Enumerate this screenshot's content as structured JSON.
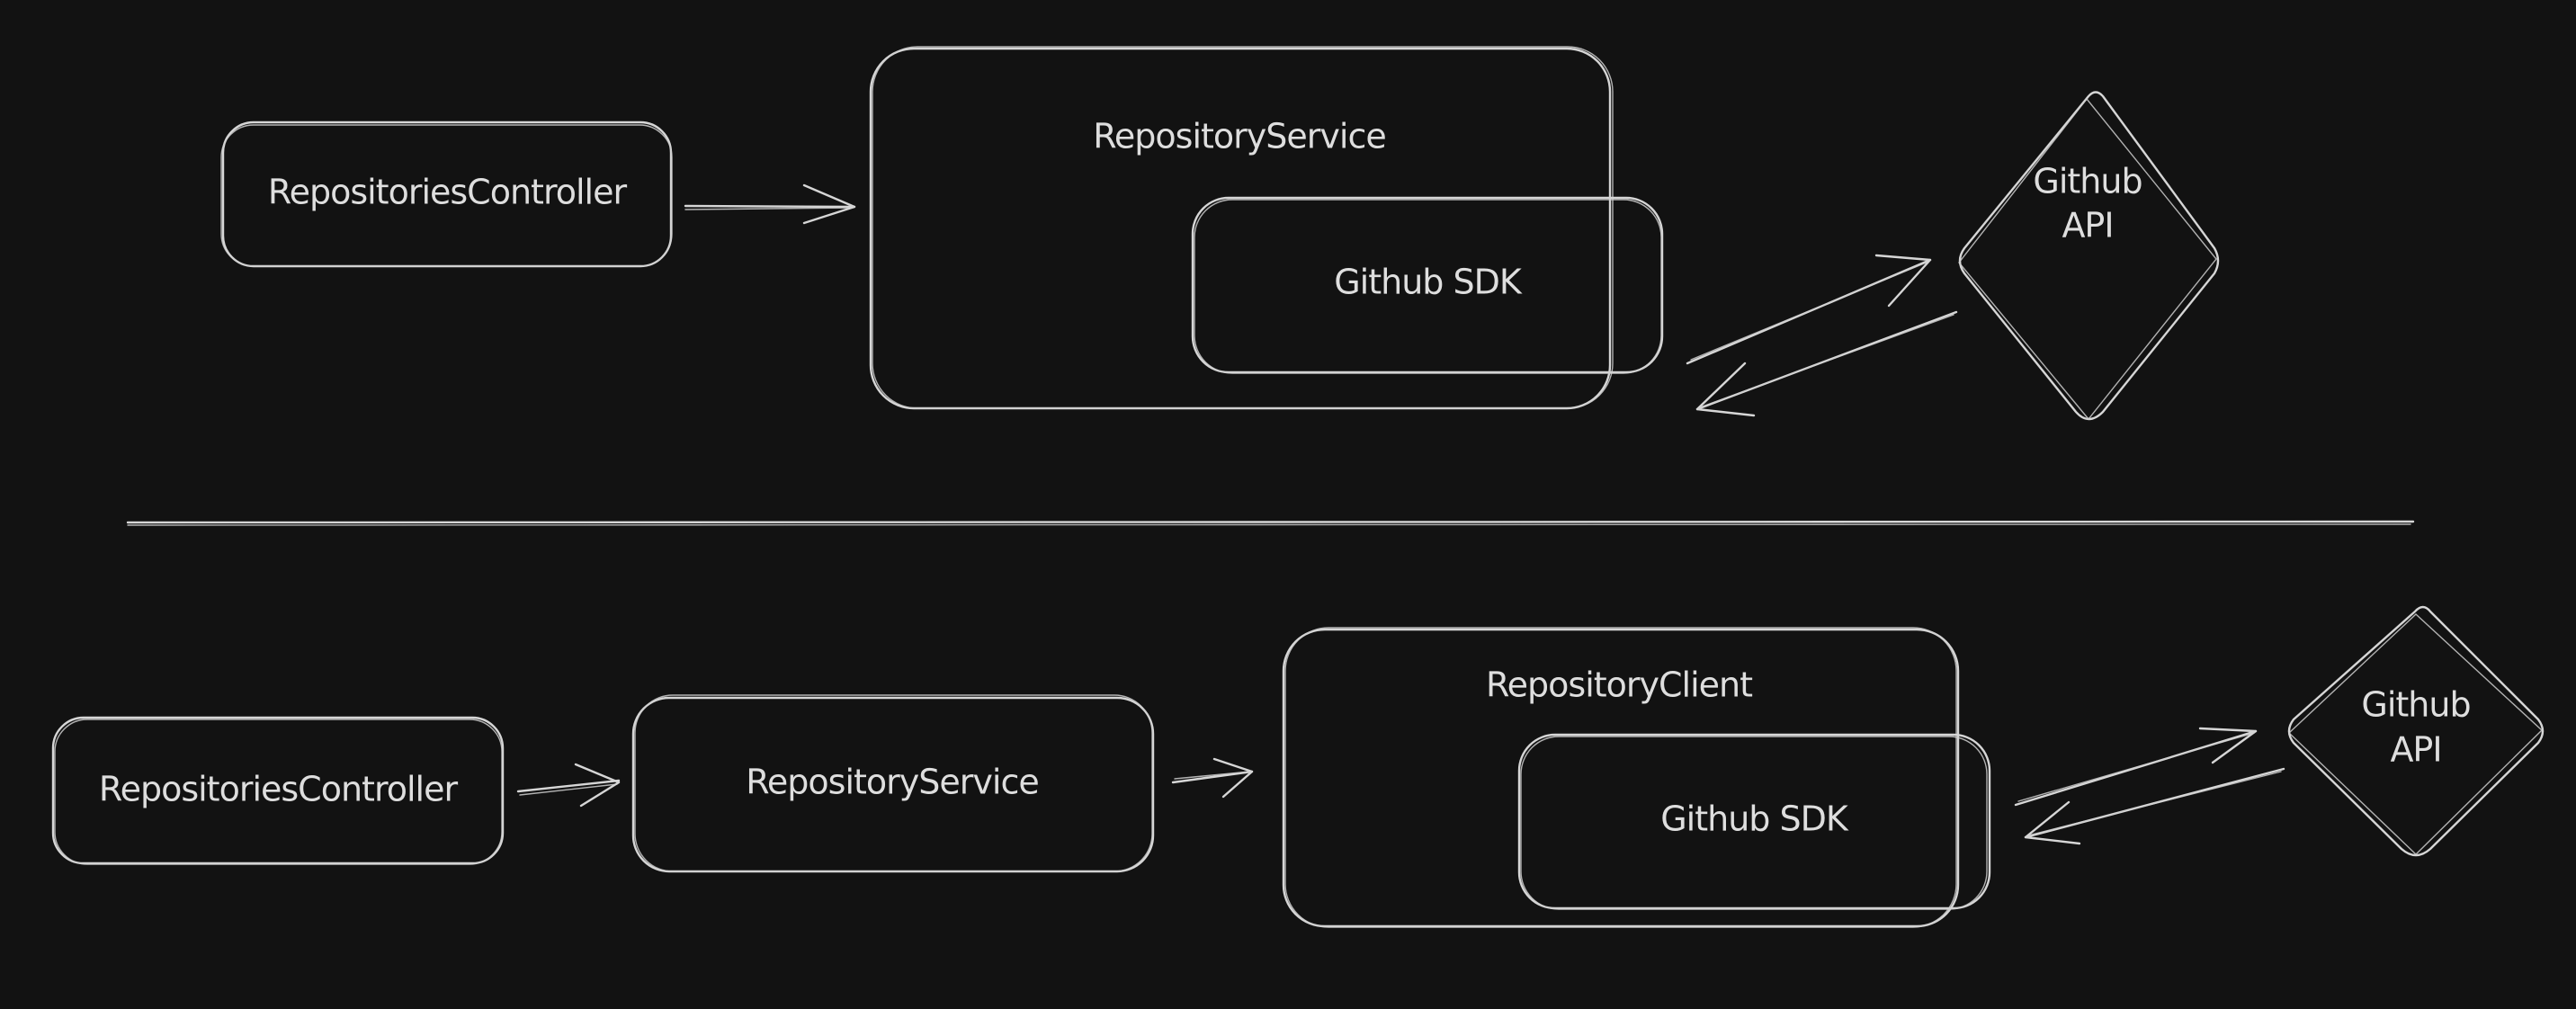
{
  "canvas": {
    "background": "#121212",
    "stroke": "#d6d6d6"
  },
  "top_diagram": {
    "controller": {
      "label": "RepositoriesController"
    },
    "service": {
      "label": "RepositoryService"
    },
    "sdk": {
      "label": "Github SDK"
    },
    "api": {
      "line1": "Github",
      "line2": "API"
    }
  },
  "divider": {
    "kind": "horizontal-line"
  },
  "bottom_diagram": {
    "controller": {
      "label": "RepositoriesController"
    },
    "service": {
      "label": "RepositoryService"
    },
    "client": {
      "label": "RepositoryClient"
    },
    "sdk": {
      "label": "Github SDK"
    },
    "api": {
      "line1": "Github",
      "line2": "API"
    }
  },
  "edges": [
    {
      "from": "top.controller",
      "to": "top.service",
      "direction": "forward"
    },
    {
      "from": "top.sdk",
      "to": "top.api",
      "direction": "forward"
    },
    {
      "from": "top.api",
      "to": "top.sdk",
      "direction": "forward"
    },
    {
      "from": "bottom.controller",
      "to": "bottom.service",
      "direction": "forward"
    },
    {
      "from": "bottom.service",
      "to": "bottom.client",
      "direction": "forward"
    },
    {
      "from": "bottom.sdk",
      "to": "bottom.api",
      "direction": "forward"
    },
    {
      "from": "bottom.api",
      "to": "bottom.sdk",
      "direction": "forward"
    }
  ]
}
